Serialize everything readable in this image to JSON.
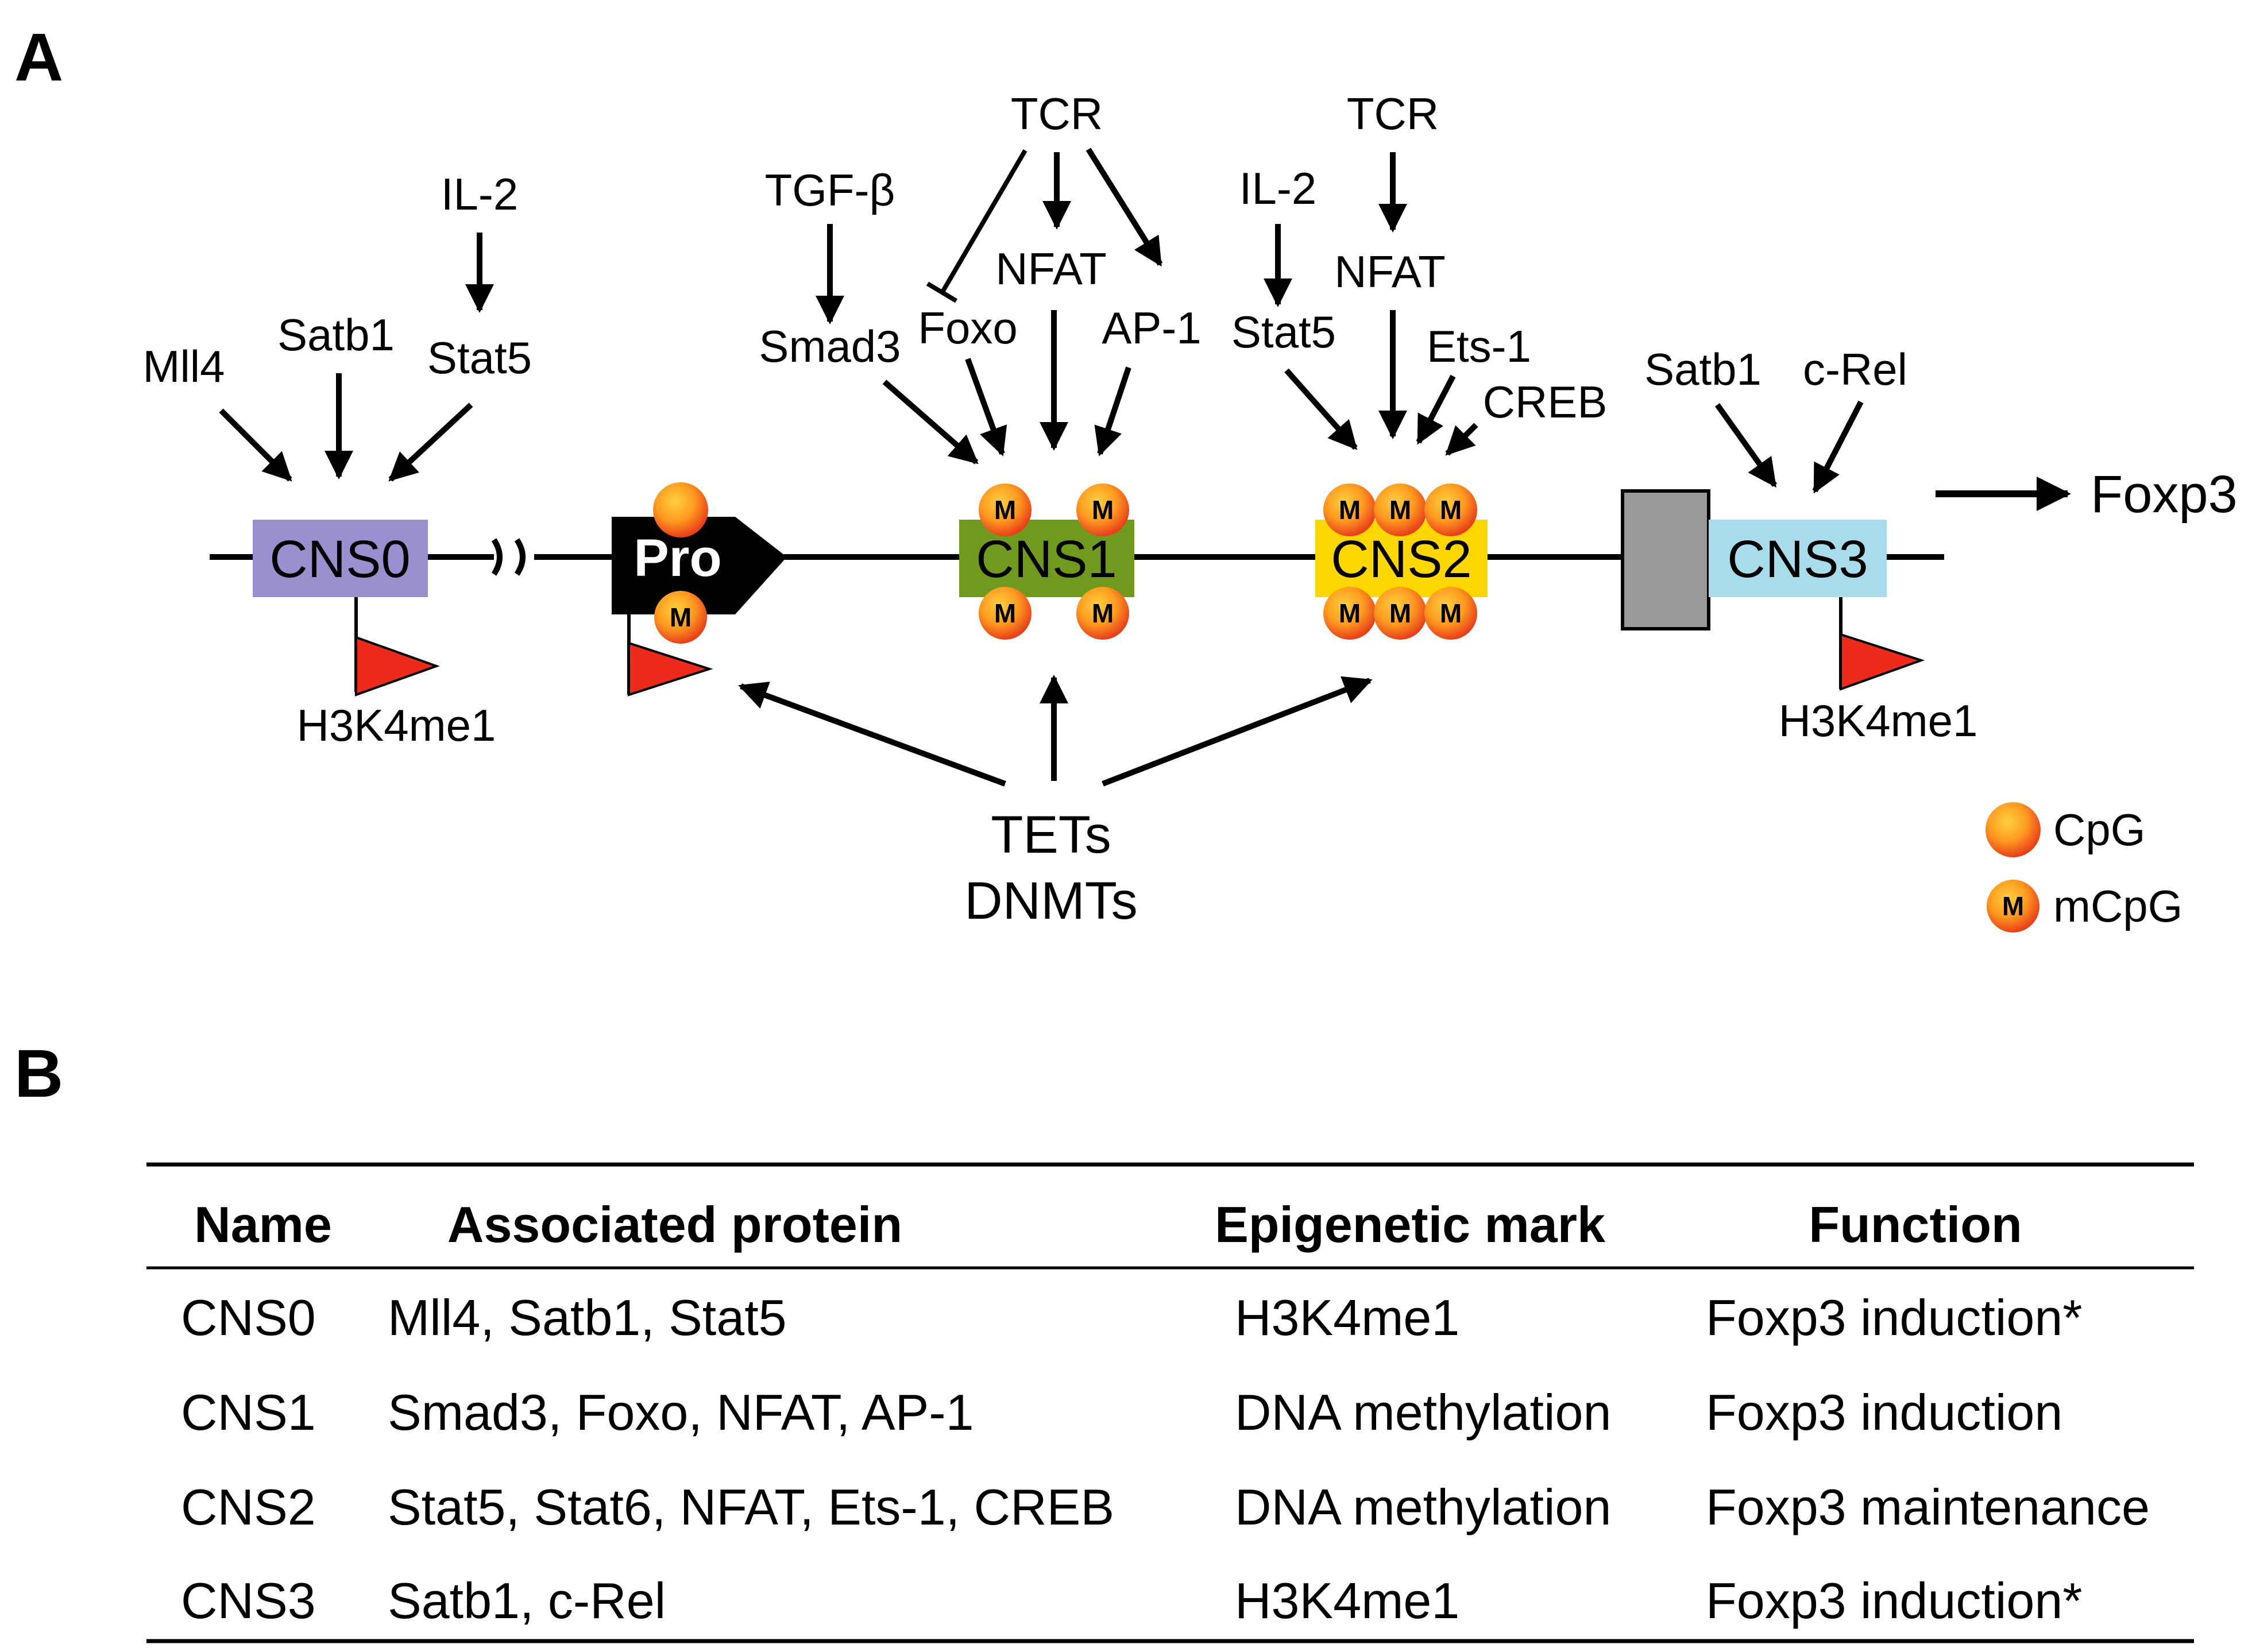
{
  "panel_a": {
    "label": "A",
    "regions": {
      "cns0": "CNS0",
      "promoter": "Pro",
      "cns1": "CNS1",
      "cns2": "CNS2",
      "cns3": "CNS3"
    },
    "factors": {
      "mll4": "Mll4",
      "satb1_cns0": "Satb1",
      "il2_cns0": "IL-2",
      "stat5_cns0": "Stat5",
      "tgfb": "TGF-β",
      "smad3": "Smad3",
      "tcr_cns1": "TCR",
      "foxo": "Foxo",
      "nfat_cns1": "NFAT",
      "ap1": "AP-1",
      "il2_cns2": "IL-2",
      "stat5_cns2": "Stat5",
      "tcr_cns2": "TCR",
      "nfat_cns2": "NFAT",
      "ets1": "Ets-1",
      "creb": "CREB",
      "satb1_cns3": "Satb1",
      "crel": "c-Rel",
      "tets": "TETs",
      "dnmts": "DNMTs"
    },
    "marks": {
      "h3k4me1_cns0": "H3K4me1",
      "h3k4me1_cns3": "H3K4me1",
      "methyl_letter": "M"
    },
    "output_label": "Foxp3",
    "legend": {
      "cpg": "CpG",
      "mcpg": "mCpG"
    },
    "colors": {
      "cns0": "#9b8fd0",
      "promoter": "#000000",
      "cns1": "#6f9a1e",
      "cns2": "#ffd700",
      "exon": "#999999",
      "cns3": "#a8dcea",
      "flag": "#ee2a1a",
      "cpg_outer": "#f05a1a",
      "cpg_inner": "#ffc020"
    }
  },
  "panel_b": {
    "label": "B",
    "headers": [
      "Name",
      "Associated protein",
      "Epigenetic mark",
      "Function"
    ],
    "rows": [
      [
        "CNS0",
        "Mll4, Satb1, Stat5",
        "H3K4me1",
        "Foxp3 induction*"
      ],
      [
        "CNS1",
        "Smad3, Foxo, NFAT, AP-1",
        "DNA methylation",
        "Foxp3 induction"
      ],
      [
        "CNS2",
        "Stat5, Stat6, NFAT, Ets-1, CREB",
        "DNA methylation",
        "Foxp3 maintenance"
      ],
      [
        "CNS3",
        "Satb1, c-Rel",
        "H3K4me1",
        "Foxp3 induction*"
      ]
    ]
  }
}
